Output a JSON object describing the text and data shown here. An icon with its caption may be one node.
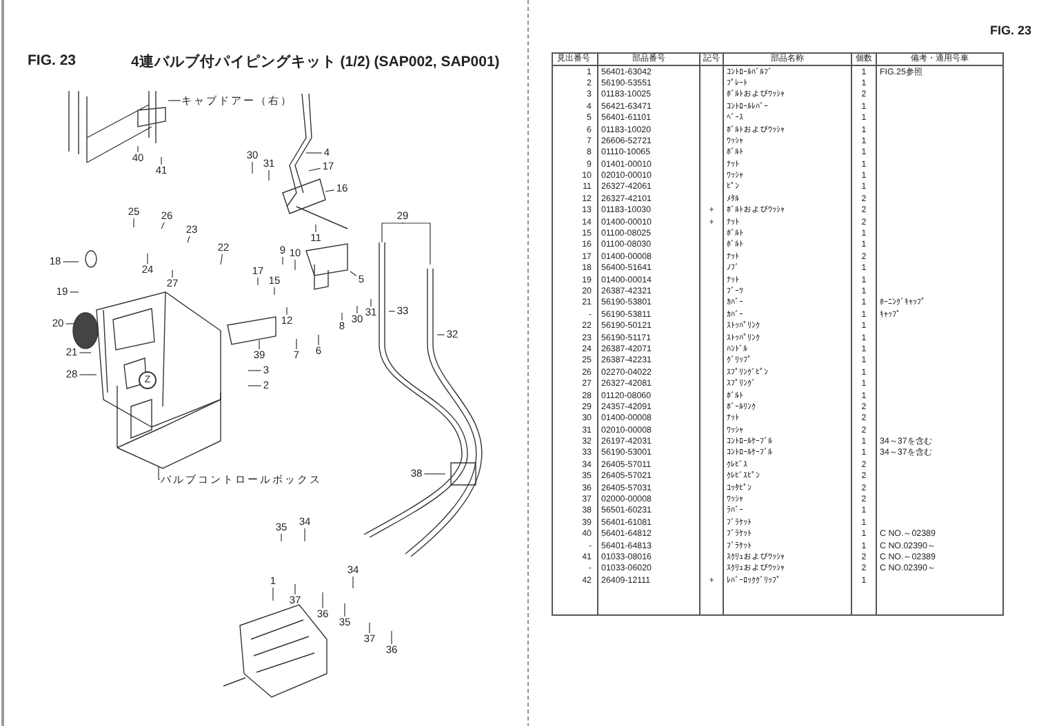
{
  "diagram": {
    "title": "4連バルブ付パイピングキット (1/2) (SAP002, SAP001)",
    "nodes": [
      {
        "text": [
          "キャブドアー（右）"
        ]
      },
      {
        "text": [
          "40"
        ]
      },
      {
        "text": [
          "41"
        ]
      },
      {
        "text": [
          "30"
        ]
      },
      {
        "text": [
          "31"
        ]
      },
      {
        "text": [
          "4"
        ]
      },
      {
        "text": [
          "17"
        ]
      },
      {
        "text": [
          "16"
        ]
      },
      {
        "text": [
          "25"
        ]
      },
      {
        "text": [
          "26"
        ]
      },
      {
        "text": [
          "23"
        ]
      },
      {
        "text": [
          "22"
        ]
      },
      {
        "text": [
          "29"
        ]
      },
      {
        "text": [
          "24"
        ]
      },
      {
        "text": [
          "11"
        ]
      },
      {
        "text": [
          "9"
        ]
      },
      {
        "text": [
          "10"
        ]
      },
      {
        "text": [
          "5"
        ]
      },
      {
        "text": [
          "18"
        ]
      },
      {
        "text": [
          "27"
        ]
      },
      {
        "text": [
          "17"
        ]
      },
      {
        "text": [
          "15"
        ]
      },
      {
        "text": [
          "19"
        ]
      },
      {
        "text": [
          "20"
        ]
      },
      {
        "text": [
          "12"
        ]
      },
      {
        "text": [
          "33"
        ]
      },
      {
        "text": [
          "7"
        ]
      },
      {
        "text": [
          "6"
        ]
      },
      {
        "text": [
          "8"
        ]
      },
      {
        "text": [
          "30"
        ]
      },
      {
        "text": [
          "31"
        ]
      },
      {
        "text": [
          "32"
        ]
      },
      {
        "text": [
          "39"
        ]
      },
      {
        "text": [
          "21"
        ]
      },
      {
        "text": [
          "3"
        ]
      },
      {
        "text": [
          "28"
        ]
      },
      {
        "text": [
          "2"
        ]
      },
      {
        "text": [
          "Z"
        ]
      },
      {
        "text": [
          "バルブコントロールボックス"
        ]
      },
      {
        "text": [
          "38"
        ]
      },
      {
        "text": [
          "35"
        ]
      },
      {
        "text": [
          "34"
        ]
      },
      {
        "text": [
          "1"
        ]
      },
      {
        "text": [
          "37"
        ]
      },
      {
        "text": [
          "36"
        ]
      },
      {
        "text": [
          "34"
        ]
      },
      {
        "text": [
          "35"
        ]
      },
      {
        "text": [
          "37"
        ]
      },
      {
        "text": [
          "36"
        ]
      }
    ],
    "edges": [
      {
        "from": 0,
        "to": null,
        "arrow": "none"
      },
      {
        "from": 1,
        "to": null,
        "arrow": "none"
      },
      {
        "from": 2,
        "to": null,
        "arrow": "none"
      },
      {
        "from": 3,
        "to": null,
        "arrow": "none"
      },
      {
        "from": 4,
        "to": null,
        "arrow": "none"
      },
      {
        "from": 5,
        "to": null,
        "arrow": "none"
      },
      {
        "from": 6,
        "to": null,
        "arrow": "none"
      },
      {
        "from": 7,
        "to": null,
        "arrow": "none"
      },
      {
        "from": 8,
        "to": null,
        "arrow": "none"
      },
      {
        "from": 9,
        "to": null,
        "arrow": "none"
      },
      {
        "from": 10,
        "to": null,
        "arrow": "none"
      },
      {
        "from": 11,
        "to": null,
        "arrow": "none"
      },
      {
        "from": 12,
        "to": null,
        "arrow": "none"
      },
      {
        "from": 12,
        "to": null,
        "arrow": "none"
      },
      {
        "from": 13,
        "to": null,
        "arrow": "none"
      },
      {
        "from": 14,
        "to": null,
        "arrow": "none"
      },
      {
        "from": 15,
        "to": null,
        "arrow": "none"
      },
      {
        "from": 16,
        "to": null,
        "arrow": "none"
      },
      {
        "from": 17,
        "to": null,
        "arrow": "none"
      },
      {
        "from": 18,
        "to": null,
        "arrow": "none"
      },
      {
        "from": 19,
        "to": null,
        "arrow": "none"
      },
      {
        "from": 20,
        "to": null,
        "arrow": "none"
      },
      {
        "from": 21,
        "to": null,
        "arrow": "none"
      },
      {
        "from": 22,
        "to": null,
        "arrow": "none"
      },
      {
        "from": 23,
        "to": null,
        "arrow": "none"
      },
      {
        "from": 24,
        "to": null,
        "arrow": "none"
      },
      {
        "from": 25,
        "to": null,
        "arrow": "none"
      },
      {
        "from": 26,
        "to": null,
        "arrow": "none"
      },
      {
        "from": 27,
        "to": null,
        "arrow": "none"
      },
      {
        "from": 28,
        "to": null,
        "arrow": "none"
      },
      {
        "from": 29,
        "to": null,
        "arrow": "none"
      },
      {
        "from": 30,
        "to": null,
        "arrow": "none"
      },
      {
        "from": 31,
        "to": null,
        "arrow": "none"
      },
      {
        "from": 32,
        "to": null,
        "arrow": "none"
      },
      {
        "from": 33,
        "to": null,
        "arrow": "none"
      },
      {
        "from": 34,
        "to": null,
        "arrow": "none"
      },
      {
        "from": 35,
        "to": null,
        "arrow": "none"
      },
      {
        "from": 36,
        "to": null,
        "arrow": "none"
      },
      {
        "from": 38,
        "to": null,
        "arrow": "none"
      },
      {
        "from": 39,
        "to": null,
        "arrow": "none"
      },
      {
        "from": 40,
        "to": null,
        "arrow": "none"
      },
      {
        "from": 41,
        "to": null,
        "arrow": "none"
      },
      {
        "from": 42,
        "to": null,
        "arrow": "none"
      },
      {
        "from": 43,
        "to": null,
        "arrow": "none"
      },
      {
        "from": 44,
        "to": null,
        "arrow": "none"
      },
      {
        "from": 45,
        "to": null,
        "arrow": "none"
      },
      {
        "from": 46,
        "to": null,
        "arrow": "none"
      },
      {
        "from": 47,
        "to": null,
        "arrow": "none"
      },
      {
        "from": 48,
        "to": null,
        "arrow": "none"
      }
    ],
    "labels": [
      "FIG. 23",
      "FIG. 23",
      "見出番号",
      "部品番号",
      "記号",
      "部品名称",
      "個数",
      "備考・適用号車",
      "1",
      "56401-63042",
      "ｺﾝﾄﾛｰﾙﾊﾞﾙﾌﾞ",
      "1",
      "FIG.25参照",
      "2",
      "56190-53551",
      "ﾌﾟﾚｰﾄ",
      "1",
      "3",
      "01183-10025",
      "ﾎﾞﾙﾄおよびﾜｯｼｬ",
      "2",
      "4",
      "56421-63471",
      "ｺﾝﾄﾛｰﾙﾚﾊﾞｰ",
      "1",
      "5",
      "56401-61101",
      "ﾍﾞｰｽ",
      "1",
      "6",
      "01183-10020",
      "ﾎﾞﾙﾄおよびﾜｯｼｬ",
      "1",
      "7",
      "26606-52721",
      "ﾜｯｼｬ",
      "1",
      "8",
      "01110-10065",
      "ﾎﾞﾙﾄ",
      "1",
      "9",
      "01401-00010",
      "ﾅｯﾄ",
      "1",
      "10",
      "02010-00010",
      "ﾜｯｼｬ",
      "1",
      "11",
      "26327-42061",
      "ﾋﾟﾝ",
      "1",
      "12",
      "26327-42101",
      "ﾒﾀﾙ",
      "2",
      "13",
      "01183-10030",
      "+",
      "ﾎﾞﾙﾄおよびﾜｯｼｬ",
      "2",
      "14",
      "01400-00010",
      "+",
      "ﾅｯﾄ",
      "2",
      "15",
      "01100-08025",
      "ﾎﾞﾙﾄ",
      "1",
      "16",
      "01100-08030",
      "ﾎﾞﾙﾄ",
      "1",
      "17",
      "01400-00008",
      "ﾅｯﾄ",
      "2",
      "18",
      "56400-51641",
      "ﾉﾌﾞ",
      "1",
      "19",
      "01400-00014",
      "ﾅｯﾄ",
      "1",
      "20",
      "26387-42321",
      "ﾌﾞｰﾂ",
      "1",
      "21",
      "56190-53801",
      "ｶﾊﾞｰ",
      "1",
      "ﾎｰﾆﾝｸﾞｷｬｯﾌﾟ",
      "-",
      "56190-53811",
      "ｶﾊﾞｰ",
      "1",
      "ｷｬｯﾌﾟ",
      "22",
      "56190-50121",
      "ｽﾄｯﾊﾟﾘﾝｸ",
      "1",
      "23",
      "56190-51171",
      "ｽﾄｯﾊﾟﾘﾝｸ",
      "1",
      "24",
      "26387-42071",
      "ﾊﾝﾄﾞﾙ",
      "1",
      "25",
      "26387-42231",
      "ｸﾞﾘｯﾌﾟ",
      "1",
      "26",
      "02270-04022",
      "ｽﾌﾟﾘﾝｸﾞﾋﾟﾝ",
      "1",
      "27",
      "26327-42081",
      "ｽﾌﾟﾘﾝｸﾞ",
      "1",
      "28",
      "01120-08060",
      "ﾎﾞﾙﾄ",
      "1",
      "29",
      "24357-42091",
      "ﾎﾞｰﾙﾘﾝｸ",
      "2",
      "30",
      "01400-00008",
      "ﾅｯﾄ",
      "2",
      "31",
      "02010-00008",
      "ﾜｯｼｬ",
      "2",
      "32",
      "26197-42031",
      "ｺﾝﾄﾛｰﾙｹｰﾌﾞﾙ",
      "1",
      "34～37を含む",
      "33",
      "56190-53001",
      "ｺﾝﾄﾛｰﾙｹｰﾌﾞﾙ",
      "1",
      "34～37を含む",
      "34",
      "26405-57011",
      "ｸﾚﾋﾞｽ",
      "2",
      "35",
      "26405-57021",
      "ｸﾚﾋﾞｽﾋﾟﾝ",
      "2",
      "36",
      "26405-57031",
      "ｺｯﾀﾋﾟﾝ",
      "2",
      "37",
      "02000-00008",
      "ﾜｯｼｬ",
      "2",
      "38",
      "56501-60231",
      "ﾗﾊﾞｰ",
      "1",
      "39",
      "56401-61081",
      "ﾌﾞﾗｹｯﾄ",
      "1",
      "40",
      "56401-64812",
      "ﾌﾞﾗｹｯﾄ",
      "1",
      "C NO.～02389",
      "-",
      "56401-64813",
      "ﾌﾞﾗｹｯﾄ",
      "1",
      "C NO.02390～",
      "41",
      "01033-08016",
      "ｽｸﾘｭおよびﾜｯｼｬ",
      "2",
      "C NO.～02389",
      "-",
      "01033-06020",
      "ｽｸﾘｭおよびﾜｯｼｬ",
      "2",
      "C NO.02390～",
      "42",
      "26409-12111",
      "+",
      "ﾚﾊﾞｰﾛｯｸｸﾞﾘｯﾌﾟ",
      "1"
    ]
  }
}
